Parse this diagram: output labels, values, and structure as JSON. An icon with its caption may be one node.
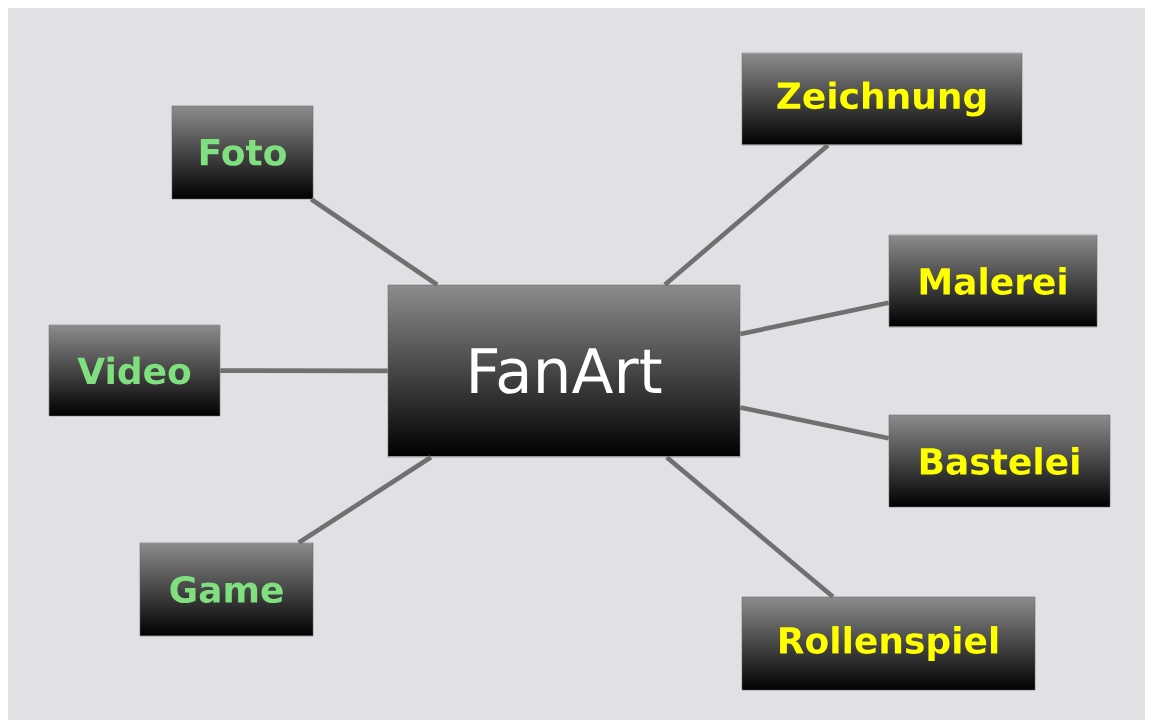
{
  "diagram": {
    "nodes": [
      {
        "text": [
          "FanArt"
        ]
      },
      {
        "text": [
          "Foto"
        ]
      },
      {
        "text": [
          "Video"
        ]
      },
      {
        "text": [
          "Game"
        ]
      },
      {
        "text": [
          "Zeichnung"
        ]
      },
      {
        "text": [
          "Malerei"
        ]
      },
      {
        "text": [
          "Bastelei"
        ]
      },
      {
        "text": [
          "Rollenspiel"
        ]
      }
    ],
    "edges": [
      {
        "from": 0,
        "to": 1,
        "arrow": "none"
      },
      {
        "from": 0,
        "to": 2,
        "arrow": "none"
      },
      {
        "from": 0,
        "to": 3,
        "arrow": "none"
      },
      {
        "from": 0,
        "to": 4,
        "arrow": "none"
      },
      {
        "from": 0,
        "to": 5,
        "arrow": "none"
      },
      {
        "from": 0,
        "to": 6,
        "arrow": "none"
      },
      {
        "from": 0,
        "to": 7,
        "arrow": "none"
      }
    ]
  }
}
